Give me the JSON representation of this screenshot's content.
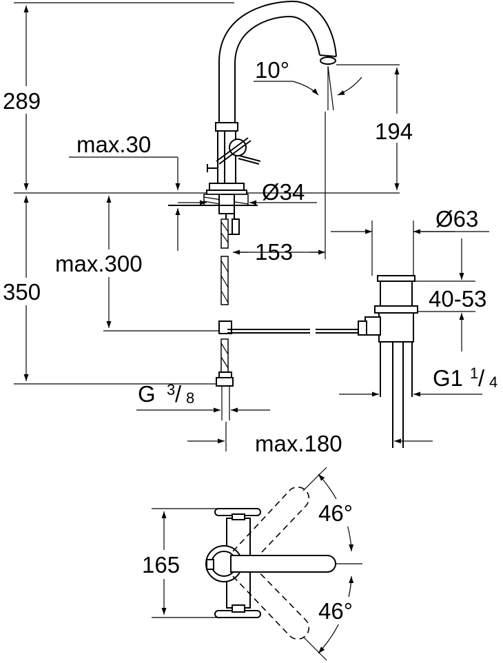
{
  "dimensions": {
    "height_top": "289",
    "max_thickness": "max.30",
    "angle_spout": "10°",
    "spout_height": "194",
    "diameter_base": "Ø34",
    "diameter_waste": "Ø63",
    "reach": "153",
    "hose_length": "max.300",
    "height_below": "350",
    "waste_adjust": "40-53",
    "thread_supply_main": "G",
    "thread_supply_num": "3",
    "thread_supply_den": "8",
    "thread_waste_main": "G1",
    "thread_waste_num": "1",
    "thread_waste_den": "4",
    "max_offset": "max.180",
    "handle_spacing": "165",
    "lever_angle_top": "46°",
    "lever_angle_bottom": "46°"
  }
}
